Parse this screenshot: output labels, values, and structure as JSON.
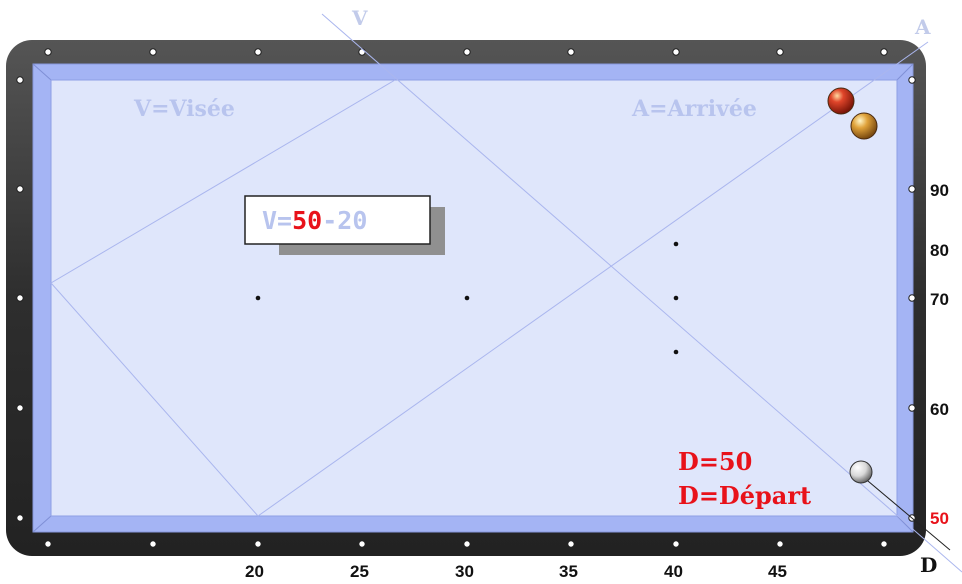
{
  "top_labels": {
    "v": "V",
    "a": "A"
  },
  "legend": {
    "v": "V=Visée",
    "a": "A=Arrivée"
  },
  "formula": {
    "prefix": "V=",
    "start": "50",
    "suffix": "-20"
  },
  "depart": {
    "value": "D=50",
    "legend": "D=Départ"
  },
  "corner_label": "D",
  "right_numbers": [
    "90",
    "80",
    "70",
    "60",
    "50"
  ],
  "bottom_numbers": [
    "20",
    "25",
    "30",
    "35",
    "40",
    "45"
  ],
  "colors": {
    "cushion_frame": "#3a3a3a",
    "cloth": "#dfe6fb",
    "rail": "#a4b4f4",
    "lines": "#aab6ee",
    "legend": "#b8c4ee",
    "highlight": "#e8121a"
  }
}
